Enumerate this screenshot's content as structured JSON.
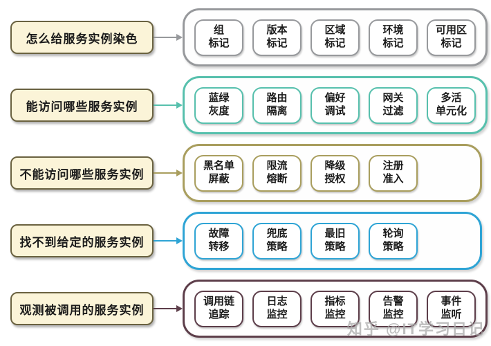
{
  "label_style": {
    "fill": "#fbf4d8",
    "border": "#6a6240"
  },
  "watermark": {
    "text": "知乎 @IT学习日记",
    "color": "#aaaaaa"
  },
  "rows": [
    {
      "id": "tagging",
      "label": "怎么给服务实例染色",
      "accent": "#97999c",
      "items": [
        "组\n标记",
        "版本\n标记",
        "区域\n标记",
        "环境\n标记",
        "可用区\n标记"
      ]
    },
    {
      "id": "allow-access",
      "label": "能访问哪些服务实例",
      "accent": "#57c0ad",
      "items": [
        "蓝绿\n灰度",
        "路由\n隔离",
        "偏好\n调试",
        "网关\n过滤",
        "多活\n单元化"
      ]
    },
    {
      "id": "deny-access",
      "label": "不能访问哪些服务实例",
      "accent": "#a99e5e",
      "items": [
        "黑名单\n屏蔽",
        "限流\n熔断",
        "降级\n授权",
        "注册\n准入"
      ]
    },
    {
      "id": "not-found",
      "label": "找不到给定的服务实例",
      "accent": "#2ea4d5",
      "items": [
        "故障\n转移",
        "兜底\n策略",
        "最旧\n策略",
        "轮询\n策略"
      ]
    },
    {
      "id": "observe",
      "label": "观测被调用的服务实例",
      "accent": "#5d3e4a",
      "items": [
        "调用链\n追踪",
        "日志\n监控",
        "指标\n监控",
        "告警\n监控",
        "事件\n监听"
      ]
    }
  ]
}
